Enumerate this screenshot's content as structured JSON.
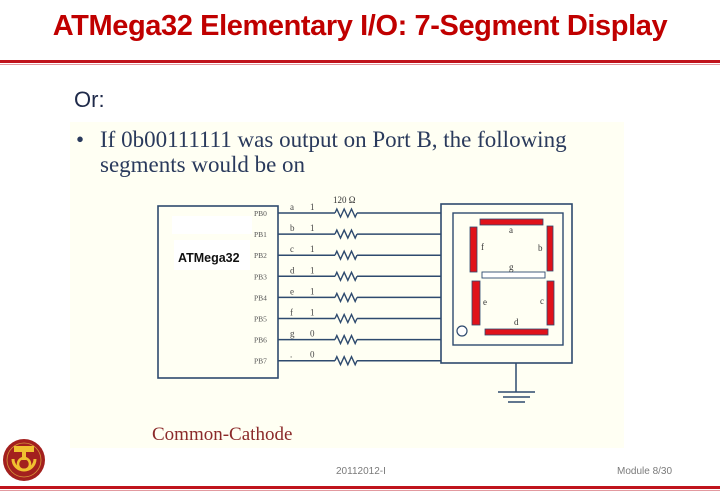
{
  "slide": {
    "title": "ATMega32 Elementary I/O: 7-Segment Display",
    "subheading": "Or:",
    "bullet_symbol": "•",
    "bullet_text": "If  0b00111111 was output on Port B, the following segments would be on",
    "caption": "Common-Cathode",
    "footer": {
      "center": "20112012-I",
      "right": "Module 8/30"
    },
    "accent_color": "#c00000"
  },
  "diagram": {
    "chip_label": "ATMega32",
    "resistor_label": "120 Ω",
    "pins": [
      {
        "port": "PB0",
        "segment": "a",
        "bit": "1",
        "display_pin": "a"
      },
      {
        "port": "PB1",
        "segment": "b",
        "bit": "1",
        "display_pin": "b"
      },
      {
        "port": "PB2",
        "segment": "c",
        "bit": "1",
        "display_pin": "c"
      },
      {
        "port": "PB3",
        "segment": "d",
        "bit": "1",
        "display_pin": "d"
      },
      {
        "port": "PB4",
        "segment": "e",
        "bit": "1",
        "display_pin": "e"
      },
      {
        "port": "PB5",
        "segment": "f",
        "bit": "1",
        "display_pin": "f"
      },
      {
        "port": "PB6",
        "segment": "g",
        "bit": "0",
        "display_pin": "g"
      },
      {
        "port": "PB7",
        "segment": ".",
        "bit": "0",
        "display_pin": "."
      }
    ],
    "segments": {
      "a": {
        "label": "a",
        "on": true
      },
      "b": {
        "label": "b",
        "on": true
      },
      "c": {
        "label": "c",
        "on": true
      },
      "d": {
        "label": "d",
        "on": true
      },
      "e": {
        "label": "e",
        "on": true
      },
      "f": {
        "label": "f",
        "on": true
      },
      "g": {
        "label": "g",
        "on": false
      },
      "dp": {
        "on": false
      }
    },
    "colors": {
      "wire": "#2e4a6e",
      "segment_on": "#e0121a",
      "segment_off": "#ffffff"
    }
  }
}
